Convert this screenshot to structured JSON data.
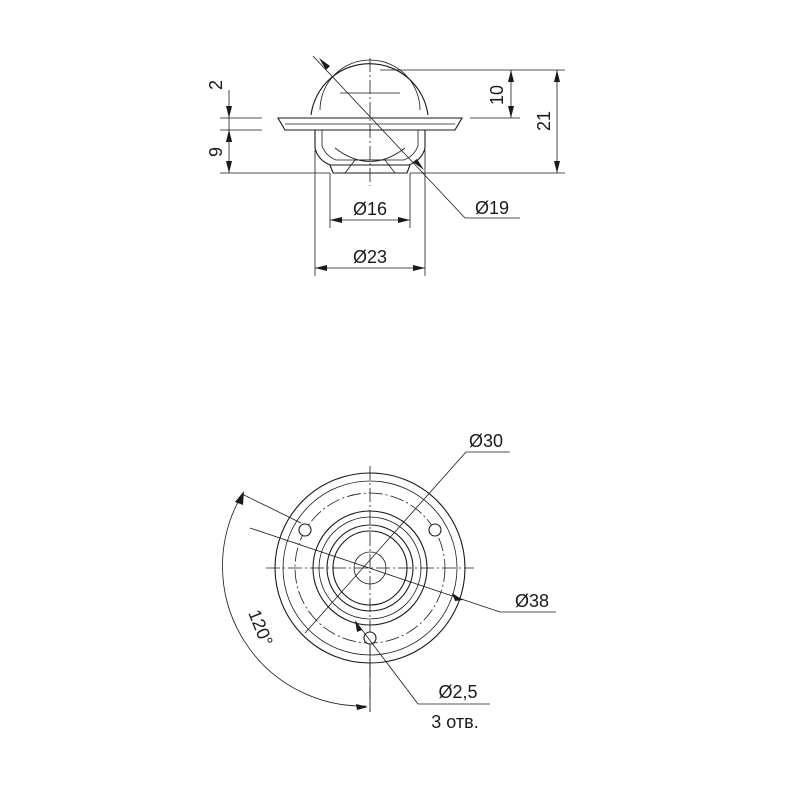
{
  "drawing": {
    "side_view": {
      "dim_flange_thickness": "2",
      "dim_housing_height": "9",
      "dim_ball_protrusion": "10",
      "dim_total_height": "21",
      "dim_bottom_diameter": "Ø16",
      "dim_ball_diameter": "Ø19",
      "dim_housing_diameter": "Ø23"
    },
    "top_view": {
      "dim_hole_circle": "Ø30",
      "dim_flange_diameter": "Ø38",
      "dim_angle": "120°",
      "dim_hole_diameter": "Ø2,5",
      "hole_count": "3 отв."
    }
  }
}
